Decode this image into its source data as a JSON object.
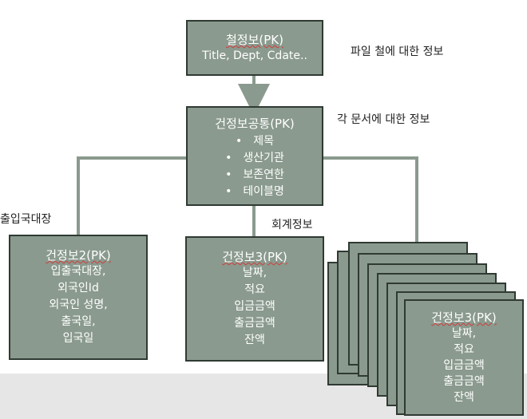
{
  "diagram": {
    "top_box": {
      "title_pk": "철정보(PK)",
      "fields": "Title, Dept, Cdate.."
    },
    "common_box": {
      "title": "건정보공통(PK)",
      "items": [
        "제목",
        "생산기관",
        "보존연한",
        "테이블명"
      ]
    },
    "box_immigration": {
      "title": "건정보2(PK)",
      "lines": [
        "입출국대장,",
        "외국인Id",
        "외국인 성명,",
        "출국일,",
        "입국일"
      ]
    },
    "box_accounting": {
      "title": "건정보3(PK)",
      "lines": [
        "날짜,",
        "적요",
        "입금금액",
        "출금금액",
        "잔액"
      ]
    },
    "box_stack_front": {
      "title": "건정보3(PK)",
      "lines": [
        "날짜,",
        "적요",
        "입금금액",
        "출금금액",
        "잔액"
      ]
    },
    "labels": {
      "file_info": "파일 철에 대한 정보",
      "doc_info": "각 문서에 대한 정보",
      "immigration": "출입국대장",
      "accounting": "회계정보"
    },
    "colors": {
      "box_fill": "#8a9a8e",
      "box_border": "#2f3a33",
      "connector": "#8a9a8e"
    }
  }
}
